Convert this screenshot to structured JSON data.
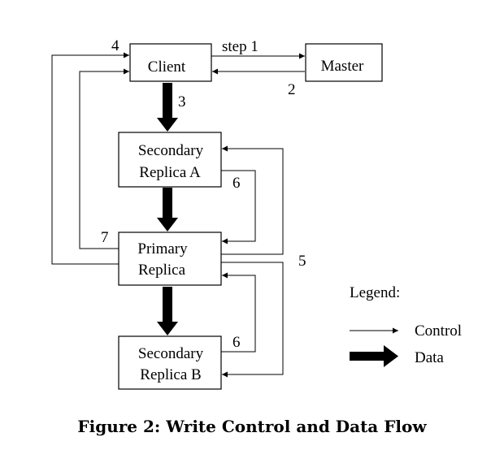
{
  "nodes": {
    "client": {
      "lines": [
        "Client"
      ]
    },
    "master": {
      "lines": [
        "Master"
      ]
    },
    "secondary_a": {
      "lines": [
        "Secondary",
        "Replica A"
      ]
    },
    "primary": {
      "lines": [
        "Primary",
        "Replica"
      ]
    },
    "secondary_b": {
      "lines": [
        "Secondary",
        "Replica B"
      ]
    }
  },
  "labels": {
    "step1": "step 1",
    "two": "2",
    "three": "3",
    "four": "4",
    "five": "5",
    "six_a": "6",
    "six_b": "6",
    "seven": "7"
  },
  "legend": {
    "title": "Legend:",
    "control": "Control",
    "data": "Data"
  },
  "caption": "Figure 2: Write Control and Data Flow"
}
